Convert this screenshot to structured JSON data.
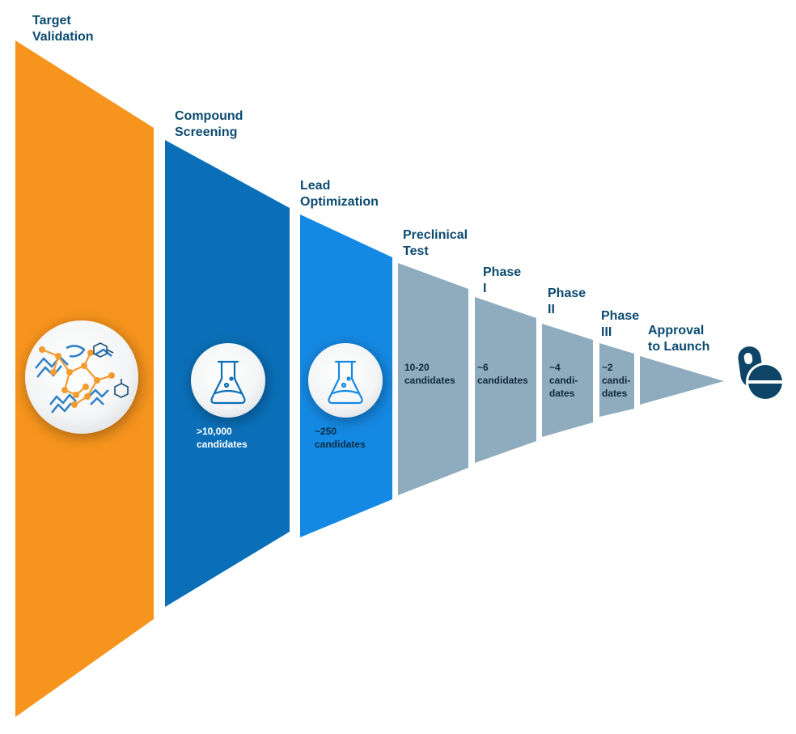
{
  "stages": [
    {
      "id": "target-validation",
      "title_lines": [
        "Target",
        "Validation"
      ],
      "count_lines": [],
      "color": "#f7941d"
    },
    {
      "id": "compound-screening",
      "title_lines": [
        "Compound",
        "Screening"
      ],
      "count_lines": [
        ">10,000",
        "candidates"
      ],
      "color": "#0a6fb8"
    },
    {
      "id": "lead-optimization",
      "title_lines": [
        "Lead",
        "Optimization"
      ],
      "count_lines": [
        "~250",
        "candidates"
      ],
      "color": "#1489e3"
    },
    {
      "id": "preclinical-test",
      "title_lines": [
        "Preclinical",
        "Test"
      ],
      "count_lines": [
        "10-20",
        "candidates"
      ],
      "color": "#8fabbe"
    },
    {
      "id": "phase-1",
      "title_lines": [
        "Phase",
        "I"
      ],
      "count_lines": [
        "~6",
        "candidates"
      ],
      "color": "#8fabbe"
    },
    {
      "id": "phase-2",
      "title_lines": [
        "Phase",
        "II"
      ],
      "count_lines": [
        "~4",
        "candi-",
        "dates"
      ],
      "color": "#8fabbe"
    },
    {
      "id": "phase-3",
      "title_lines": [
        "Phase",
        "III"
      ],
      "count_lines": [
        "~2",
        "candi-",
        "dates"
      ],
      "color": "#8fabbe"
    },
    {
      "id": "approval-to-launch",
      "title_lines": [
        "Approval",
        "to Launch"
      ],
      "count_lines": [],
      "color": "#8fabbe"
    }
  ],
  "icons": {
    "target": "protein-molecule-icon",
    "screening": "flask-icon",
    "optimization": "flask-icon",
    "launch": "pill-capsule-icon"
  },
  "colors": {
    "title_text": "#0b4a6f",
    "pill": "#0e4566"
  }
}
